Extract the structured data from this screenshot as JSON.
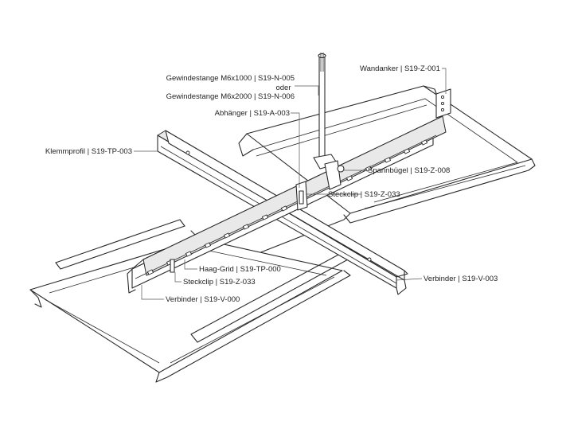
{
  "labels": {
    "gewinde_1": "Gewindestange M6x1000 | S19-N-005",
    "oder": "oder",
    "gewinde_2": "Gewindestange M6x2000 | S19-N-006",
    "abhaenger": "Abhänger | S19-A-003",
    "wandanker": "Wandanker | S19-Z-001",
    "klemmprofil": "Klemmprofil | S19-TP-003",
    "spannbuegel": "Spannbügel | S19-Z-008",
    "steckclip_right": "Steckclip | S19-Z-033",
    "haag_grid": "Haag-Grid | S19-TP-000",
    "steckclip_left": "Steckclip | S19-Z-033",
    "verbinder_right": "Verbinder | S19-V-003",
    "verbinder_left": "Verbinder | S19-V-000"
  }
}
